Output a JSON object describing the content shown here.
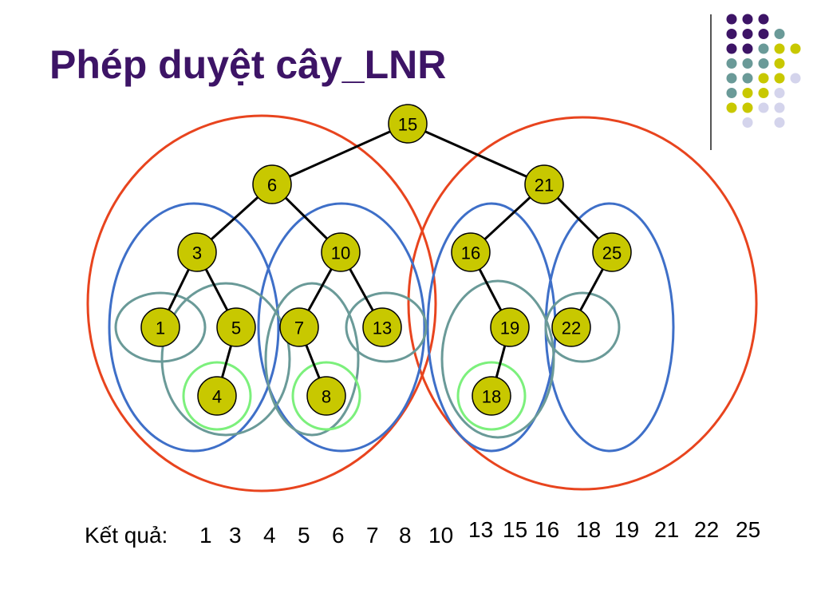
{
  "title": "Phép duyệt cây_LNR",
  "colors": {
    "title": "#3d1466",
    "node_fill": "#c8c800",
    "edge": "#000000",
    "outer_circle": "#e8441e",
    "mid_circle": "#3e6fc8",
    "small_circle": "#6a9a98",
    "leaf_circle": "#7cf07c",
    "dot_purple": "#3d1466",
    "dot_teal": "#6a9a98",
    "dot_yellow": "#c8c800",
    "dot_lavender": "#d4d4ec"
  },
  "tree": {
    "nodes": [
      {
        "id": "n15",
        "label": "15"
      },
      {
        "id": "n6",
        "label": "6"
      },
      {
        "id": "n21",
        "label": "21"
      },
      {
        "id": "n3",
        "label": "3"
      },
      {
        "id": "n10",
        "label": "10"
      },
      {
        "id": "n16",
        "label": "16"
      },
      {
        "id": "n25",
        "label": "25"
      },
      {
        "id": "n1",
        "label": "1"
      },
      {
        "id": "n5",
        "label": "5"
      },
      {
        "id": "n7",
        "label": "7"
      },
      {
        "id": "n13",
        "label": "13"
      },
      {
        "id": "n19",
        "label": "19"
      },
      {
        "id": "n22",
        "label": "22"
      },
      {
        "id": "n4",
        "label": "4"
      },
      {
        "id": "n8",
        "label": "8"
      },
      {
        "id": "n18",
        "label": "18"
      }
    ],
    "edges": [
      [
        "n15",
        "n6"
      ],
      [
        "n15",
        "n21"
      ],
      [
        "n6",
        "n3"
      ],
      [
        "n6",
        "n10"
      ],
      [
        "n21",
        "n16"
      ],
      [
        "n21",
        "n25"
      ],
      [
        "n3",
        "n1"
      ],
      [
        "n3",
        "n5"
      ],
      [
        "n10",
        "n7"
      ],
      [
        "n10",
        "n13"
      ],
      [
        "n16",
        "n19"
      ],
      [
        "n25",
        "n22"
      ],
      [
        "n5",
        "n4"
      ],
      [
        "n7",
        "n8"
      ],
      [
        "n19",
        "n18"
      ]
    ]
  },
  "result": {
    "label": "Kết quả:",
    "values": [
      "1",
      "3",
      "4",
      "5",
      "6",
      "7",
      "8",
      "10",
      "13",
      "15",
      "16",
      "18",
      "19",
      "21",
      "22",
      "25"
    ]
  }
}
